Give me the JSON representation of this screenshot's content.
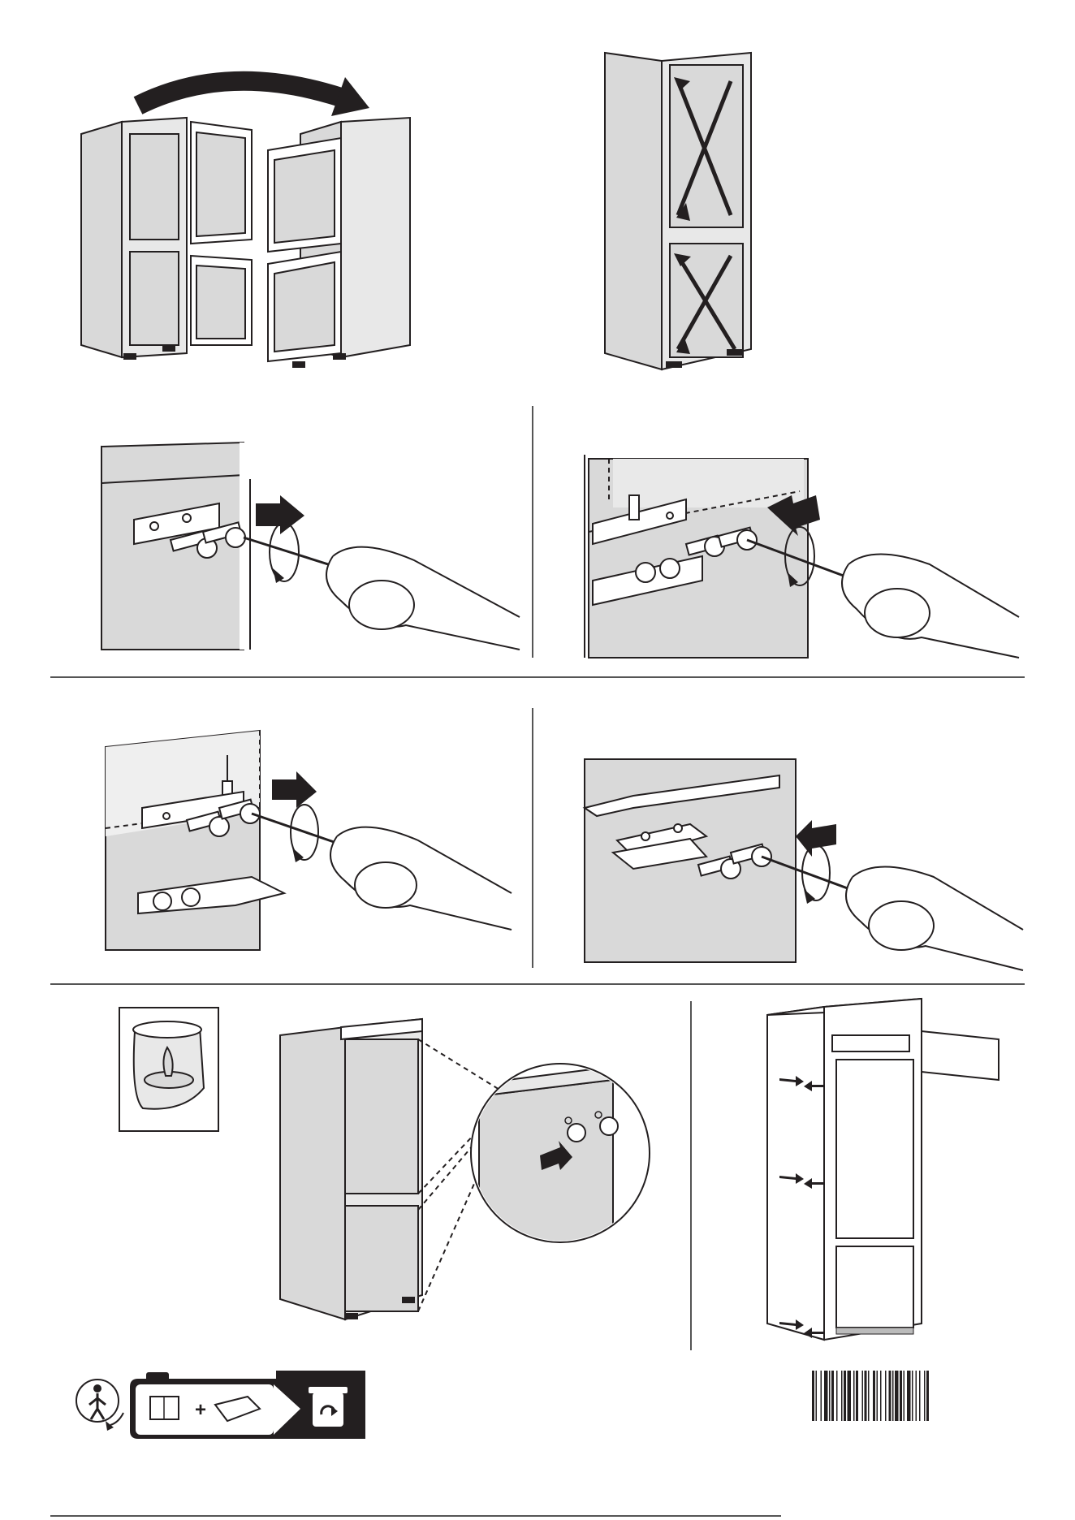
{
  "page": {
    "background": "#ffffff",
    "ink_color": "#231f20",
    "panel_gray": "#d9d9d9"
  },
  "figures": [
    {
      "id": "door-reversal",
      "icon": "fridge-door-reversal-icon"
    },
    {
      "id": "door-diagonal-check",
      "icon": "fridge-diagonal-arrows-icon"
    },
    {
      "id": "remove-top-hinge",
      "icon": "screwdriver-unscrew-icon"
    },
    {
      "id": "fit-top-hinge",
      "icon": "screwdriver-screw-icon"
    },
    {
      "id": "remove-bottom-hinge",
      "icon": "screwdriver-unscrew-icon"
    },
    {
      "id": "fit-bottom-hinge",
      "icon": "screwdriver-screw-icon"
    },
    {
      "id": "spare-parts-bag",
      "icon": "parts-bag-icon"
    },
    {
      "id": "fit-cover-caps",
      "icon": "cover-cap-detail-icon"
    },
    {
      "id": "cabinet-gap-check",
      "icon": "cabinet-gap-arrows-icon"
    }
  ],
  "recycling": {
    "icons": [
      "triman-icon",
      "manual-icon",
      "plus-icon",
      "packaging-icon",
      "recycle-bin-icon"
    ]
  },
  "barcode": {
    "icon": "barcode-icon"
  }
}
